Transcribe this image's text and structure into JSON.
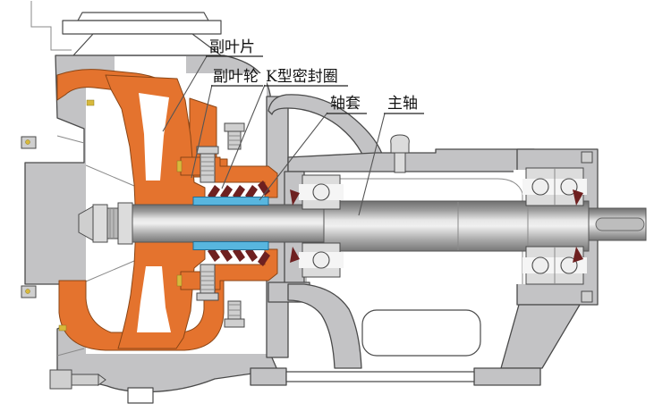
{
  "diagram": {
    "type": "mechanical-cross-section",
    "subject": "centrifugal pump sectional view with auxiliary impeller seal",
    "labels": [
      {
        "id": "aux-vane",
        "text": "副叶片"
      },
      {
        "id": "aux-impeller",
        "text": "副叶轮"
      },
      {
        "id": "k-seal-ring",
        "text": "K型密封圈"
      },
      {
        "id": "shaft-sleeve",
        "text": "轴套"
      },
      {
        "id": "main-shaft",
        "text": "主轴"
      }
    ],
    "colors": {
      "impeller_orange": "#E4732E",
      "casing_gray": "#C3C3C5",
      "sleeve_blue": "#58B6DF",
      "seal_dark_red": "#6E2020",
      "gasket_yellow": "#D8B93C",
      "outline": "#4A4A4A"
    }
  }
}
